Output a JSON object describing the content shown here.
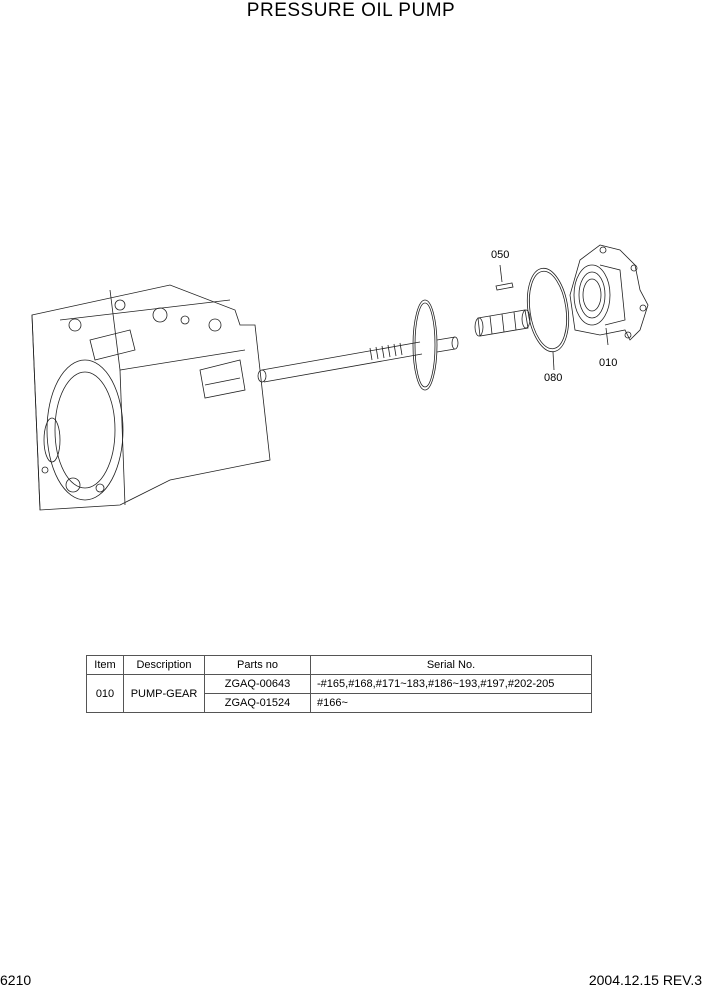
{
  "title": "PRESSURE OIL PUMP",
  "callouts": [
    "050",
    "080",
    "010"
  ],
  "table": {
    "headers": [
      "Item",
      "Description",
      "Parts no",
      "Serial No."
    ],
    "item": "010",
    "description": "PUMP-GEAR",
    "rows": [
      {
        "parts_no": "ZGAQ-00643",
        "serial": "-#165,#168,#171~183,#186~193,#197,#202-205"
      },
      {
        "parts_no": "ZGAQ-01524",
        "serial": "#166~"
      }
    ]
  },
  "footer": {
    "page": "6210",
    "date_rev": "2004.12.15  REV.3"
  }
}
